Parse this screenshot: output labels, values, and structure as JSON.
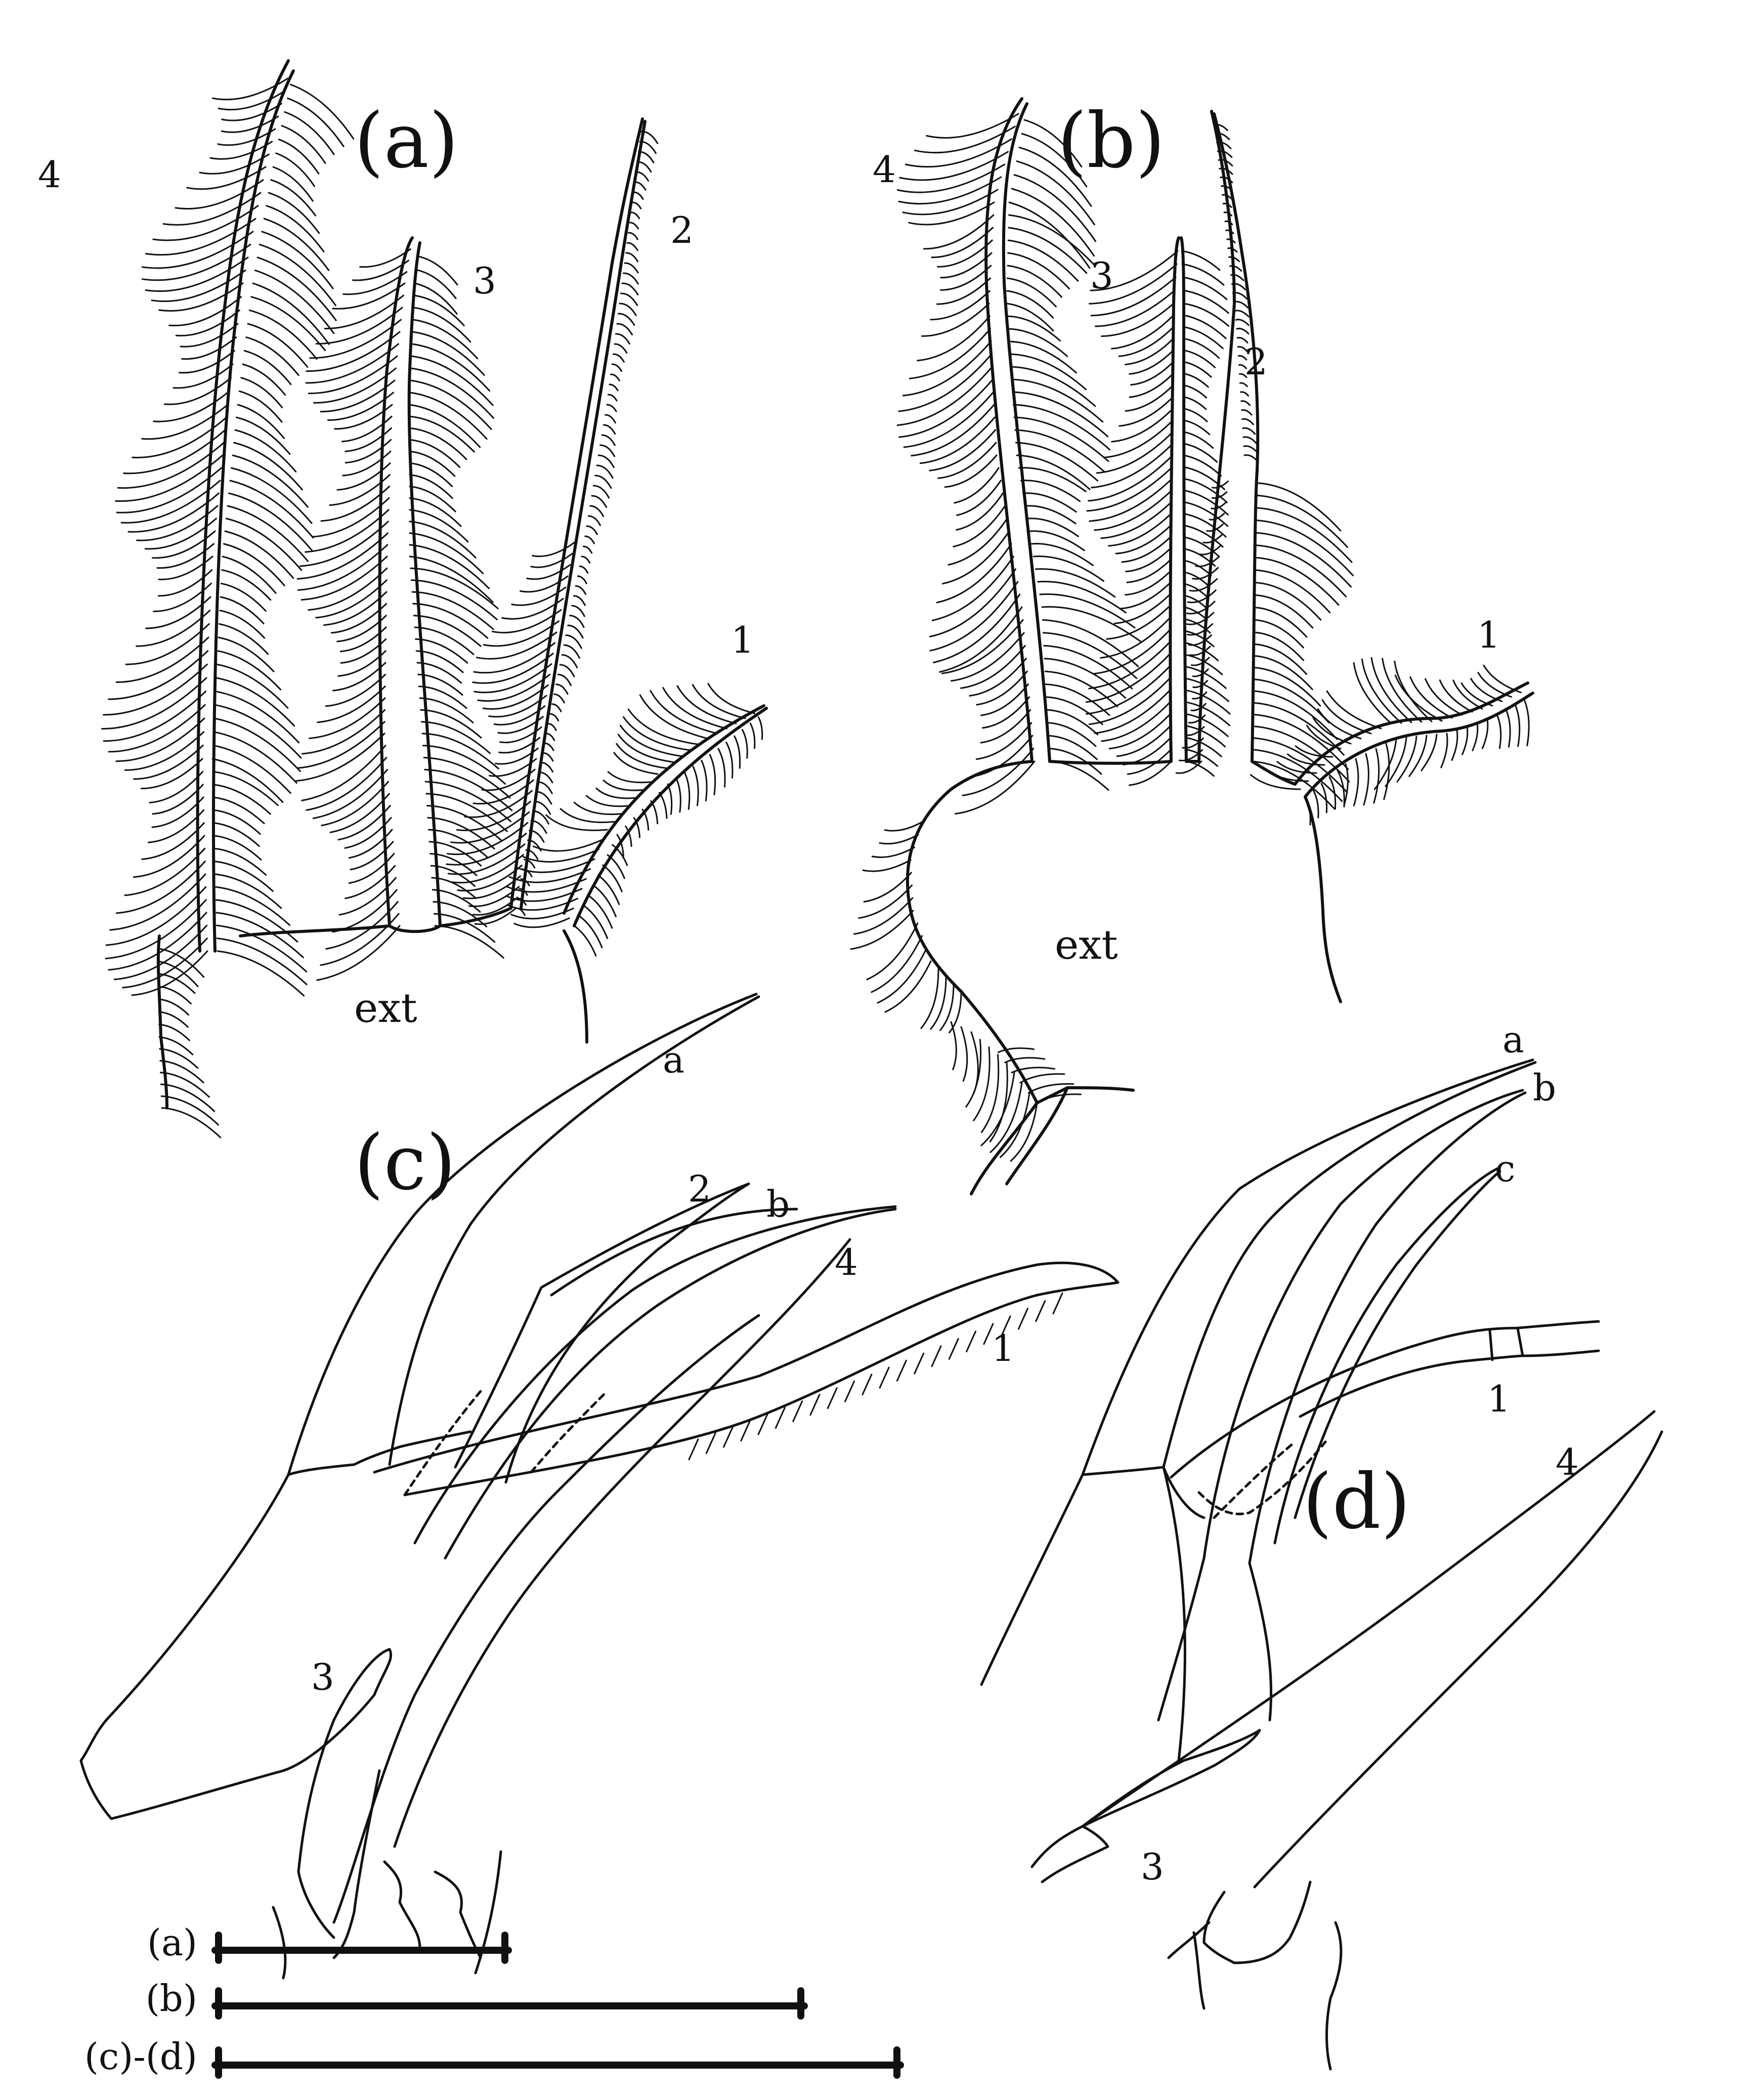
{
  "panels": {
    "a": {
      "label": "(a)",
      "setae": [
        "4",
        "3",
        "2",
        "1"
      ],
      "base": "ext"
    },
    "b": {
      "label": "(b)",
      "setae": [
        "4",
        "3",
        "2",
        "1"
      ],
      "base": "ext"
    },
    "c": {
      "label": "(c)",
      "setae": [
        "a",
        "2",
        "b",
        "4",
        "1",
        "3"
      ]
    },
    "d": {
      "label": "(d)",
      "setae": [
        "a",
        "b",
        "c",
        "1",
        "4",
        "3"
      ]
    }
  },
  "scale_bars": [
    {
      "label": "(a)"
    },
    {
      "label": "(b)"
    },
    {
      "label": "(c)-(d)"
    }
  ]
}
